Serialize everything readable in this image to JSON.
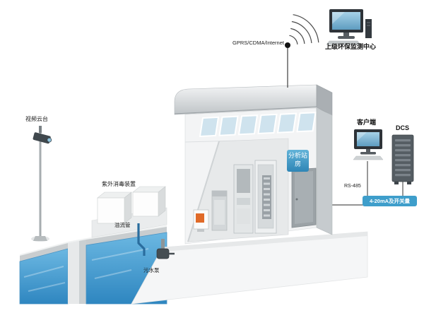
{
  "labels": {
    "gprs": "GPRS/CDMA/Internet",
    "monitoring_center": "上级环保监测中心",
    "video_ptz": "视频云台",
    "uv_disinfection": "紫外消毒装置",
    "overflow_pipe": "溢流管",
    "sewage_pump": "污水泵",
    "analysis_station": "分析站房",
    "client": "客户端",
    "dcs": "DCS",
    "rs485": "RS-485",
    "analog_signal": "4-20mA及开关量"
  },
  "colors": {
    "sign_blue": "#3e9ecb",
    "water_blue": "#4aa0d2",
    "line_gray": "#555555",
    "roof_gray": "#c3c7ca",
    "alert_orange": "#e06a28"
  },
  "icons": {
    "antenna-icon": "filled dot with radiating signal arcs",
    "monitor-icon": "desktop computer with blue screen",
    "server-icon": "dark DCS rack cabinet with slats",
    "camera-icon": "PTZ camera on a pole"
  }
}
